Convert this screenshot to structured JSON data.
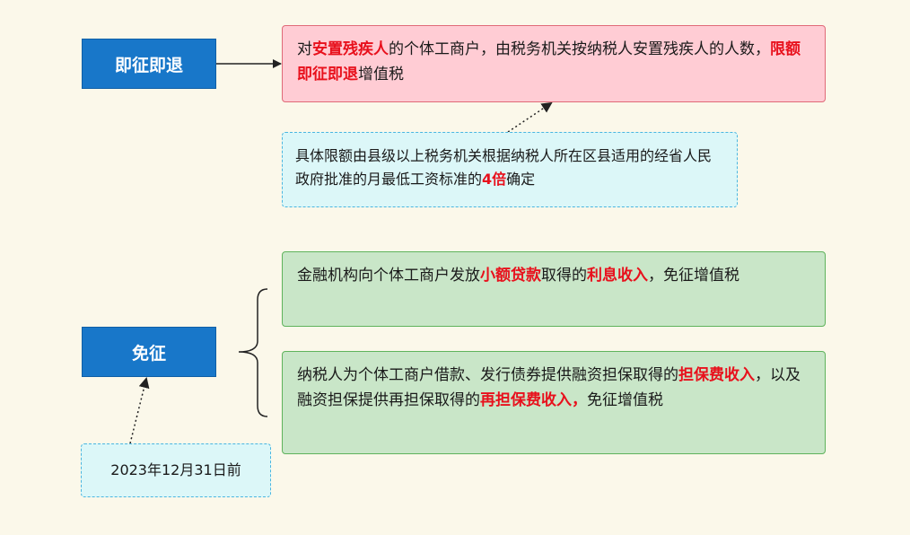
{
  "label_jizheng": "即征即退",
  "label_mianzheng": "免征",
  "card1": {
    "t1": "对",
    "h1": "安置残疾人",
    "t2": "的个体工商户，由税务机关按纳税人安置残疾人的人数，",
    "h2": "限额即征即退",
    "t3": "增值税"
  },
  "note1": {
    "t1": "具体限额由县级以上税务机关根据纳税人所在区县适用的经省人民政府批准的月最低工资标准的",
    "h1": "4倍",
    "t2": "确定"
  },
  "card2": {
    "t1": "金融机构向个体工商户发放",
    "h1": "小额贷款",
    "t2": "取得的",
    "h2": "利息收入",
    "t3": "，免征增值税"
  },
  "card3": {
    "t1": "纳税人为个体工商户借款、发行债券提供融资担保取得的",
    "h1": "担保费收入",
    "t2": "，以及融资担保提供再担保取得的",
    "h2": "再担保费收入，",
    "t3": "免征增值税"
  },
  "note2": "2023年12月31日前",
  "colors": {
    "background": "#fbf8ea",
    "label_blue": "#1877c9",
    "highlight_red": "#e8101c",
    "red_card": "#ffccd4",
    "green_card": "#c9e6c8",
    "note_cyan": "#dcf7f8"
  }
}
